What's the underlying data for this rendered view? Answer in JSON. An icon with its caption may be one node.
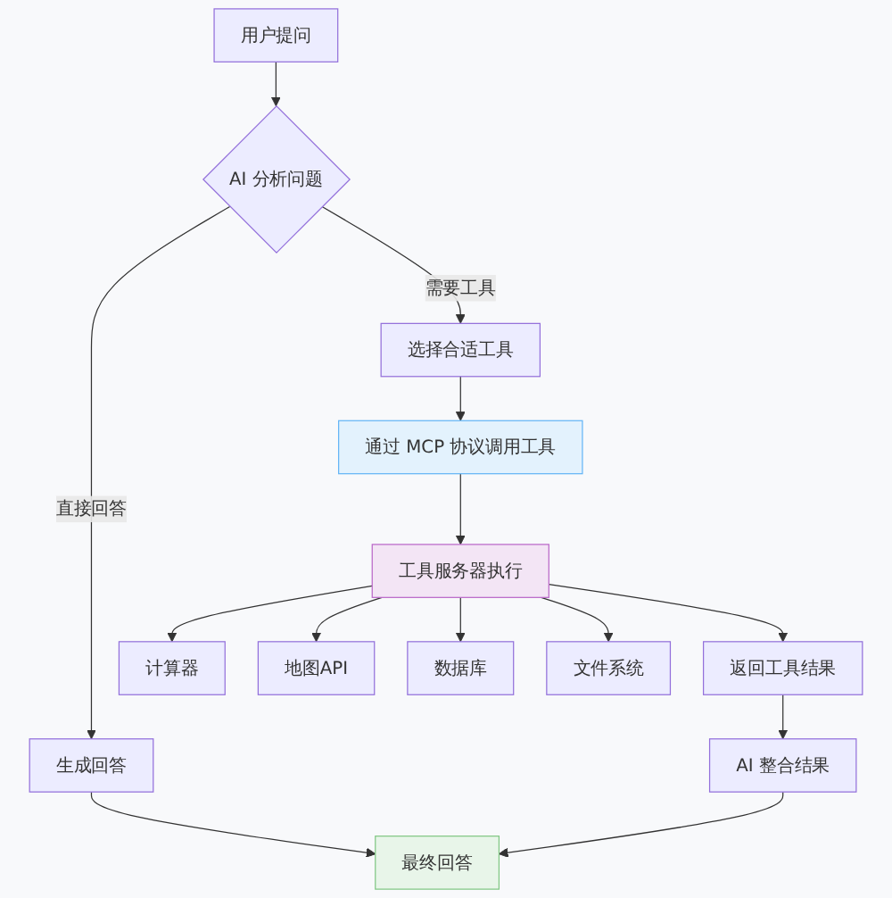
{
  "diagram": {
    "nodes": [
      {
        "text": [
          "用户提问"
        ]
      },
      {
        "text": [
          "AI 分析问题"
        ]
      },
      {
        "text": [
          "选择合适工具"
        ]
      },
      {
        "text": [
          "通过 MCP 协议调用工具"
        ]
      },
      {
        "text": [
          "工具服务器执行"
        ]
      },
      {
        "text": [
          "计算器"
        ]
      },
      {
        "text": [
          "地图API"
        ]
      },
      {
        "text": [
          "数据库"
        ]
      },
      {
        "text": [
          "文件系统"
        ]
      },
      {
        "text": [
          "返回工具结果"
        ]
      },
      {
        "text": [
          "生成回答"
        ]
      },
      {
        "text": [
          "AI 整合结果"
        ]
      },
      {
        "text": [
          "最终回答"
        ]
      }
    ],
    "edges": [
      {
        "from": 0,
        "to": 1,
        "arrow": "to"
      },
      {
        "from": 1,
        "to": 10,
        "arrow": "to",
        "label": "直接回答"
      },
      {
        "from": 1,
        "to": 2,
        "arrow": "to",
        "label": "需要工具"
      },
      {
        "from": 2,
        "to": 3,
        "arrow": "to"
      },
      {
        "from": 3,
        "to": 4,
        "arrow": "to"
      },
      {
        "from": 4,
        "to": 5,
        "arrow": "to"
      },
      {
        "from": 4,
        "to": 6,
        "arrow": "to"
      },
      {
        "from": 4,
        "to": 7,
        "arrow": "to"
      },
      {
        "from": 4,
        "to": 8,
        "arrow": "to"
      },
      {
        "from": 4,
        "to": 9,
        "arrow": "to"
      },
      {
        "from": 9,
        "to": 11,
        "arrow": "to"
      },
      {
        "from": 10,
        "to": 12,
        "arrow": "to"
      },
      {
        "from": 11,
        "to": 12,
        "arrow": "to"
      }
    ]
  }
}
